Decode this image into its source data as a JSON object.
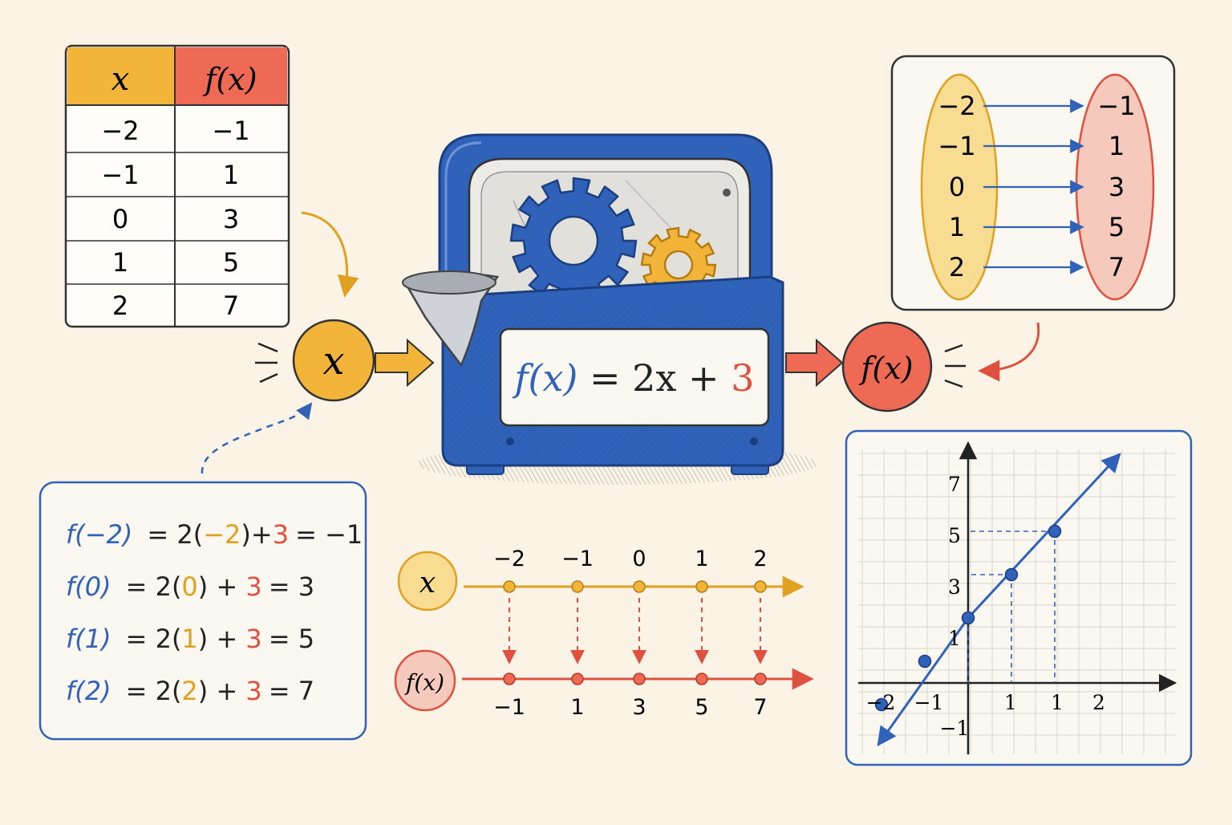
{
  "colors": {
    "background": "#fbf4e6",
    "input_yellow": "#f2b53a",
    "output_red": "#e8604c",
    "machine_blue": "#2f62b8",
    "ink": "#222222"
  },
  "table": {
    "header_x": "x",
    "header_fx": "f(x)",
    "rows": [
      {
        "x": "−2",
        "fx": "−1"
      },
      {
        "x": "−1",
        "fx": "1"
      },
      {
        "x": "0",
        "fx": "3"
      },
      {
        "x": "1",
        "fx": "5"
      },
      {
        "x": "2",
        "fx": "7"
      }
    ]
  },
  "machine": {
    "input_label": "x",
    "output_label": "f(x)",
    "formula_fx": "f(x)",
    "formula_mid": " = 2x + ",
    "formula_const": "3",
    "icon": "gears-icon"
  },
  "mapping": {
    "domain": [
      "−2",
      "−1",
      "0",
      "1",
      "2"
    ],
    "range": [
      "−1",
      "1",
      "3",
      "5",
      "7"
    ]
  },
  "evaluations": [
    {
      "lhs": "f(−2)",
      "eq1": "= 2(",
      "arg": "−2",
      "mid": ")+",
      "const": "3",
      "rest": "= −1"
    },
    {
      "lhs": "f(0)",
      "eq1": "= 2(",
      "arg": "0",
      "mid": ") + ",
      "const": "3",
      "rest": "= 3"
    },
    {
      "lhs": "f(1)",
      "eq1": "= 2(",
      "arg": "1",
      "mid": ") + ",
      "const": "3",
      "rest": "= 5"
    },
    {
      "lhs": "f(2)",
      "eq1": "= 2(",
      "arg": "2",
      "mid": ") + ",
      "const": "3",
      "rest": "= 7"
    }
  ],
  "number_lines": {
    "x_label": "x",
    "fx_label": "f(x)",
    "x_ticks": [
      "−2",
      "−1",
      "0",
      "1",
      "2"
    ],
    "fx_ticks": [
      "−1",
      "1",
      "3",
      "5",
      "7"
    ]
  },
  "chart_data": {
    "type": "line",
    "x_tick_labels": [
      "−2",
      "−1",
      "1",
      "1",
      "2"
    ],
    "y_tick_labels": [
      "7",
      "5",
      "3",
      "1",
      "−1"
    ],
    "series": [
      {
        "x": [
          -2,
          -1,
          0,
          1,
          2
        ],
        "y": [
          -1,
          1,
          3,
          5,
          7
        ]
      }
    ],
    "grid": true
  }
}
